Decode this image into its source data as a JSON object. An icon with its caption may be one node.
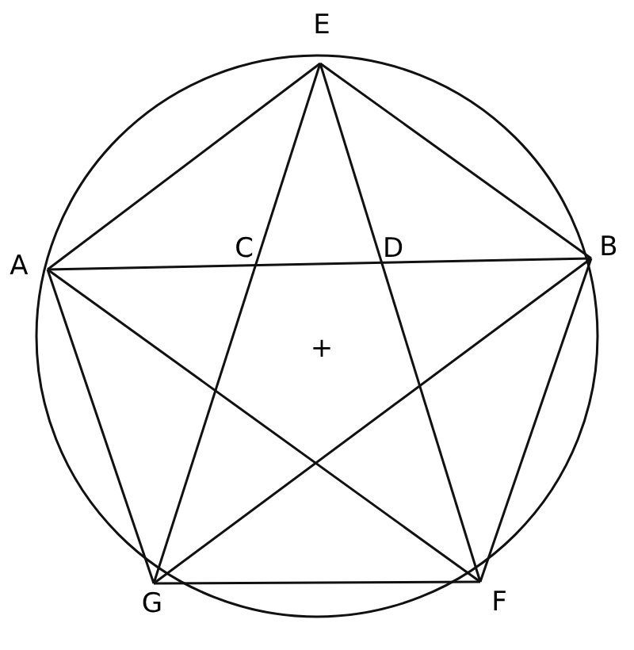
{
  "diagram": {
    "nodes": [
      {
        "text": [
          "E"
        ]
      },
      {
        "text": [
          "A"
        ]
      },
      {
        "text": [
          "B"
        ]
      },
      {
        "text": [
          "G"
        ]
      },
      {
        "text": [
          "F"
        ]
      }
    ],
    "edges": [
      {
        "from": 1,
        "to": 0,
        "arrow": "none"
      },
      {
        "from": 0,
        "to": 2,
        "arrow": "none"
      },
      {
        "from": 2,
        "to": 4,
        "arrow": "none"
      },
      {
        "from": 4,
        "to": 3,
        "arrow": "none"
      },
      {
        "from": 3,
        "to": 1,
        "arrow": "none"
      },
      {
        "from": 1,
        "to": 2,
        "arrow": "none"
      },
      {
        "from": 0,
        "to": 3,
        "arrow": "none"
      },
      {
        "from": 0,
        "to": 4,
        "arrow": "none"
      },
      {
        "from": 1,
        "to": 4,
        "arrow": "none"
      },
      {
        "from": 2,
        "to": 3,
        "arrow": "none"
      }
    ],
    "labels": [
      "C",
      "D",
      "+"
    ]
  }
}
